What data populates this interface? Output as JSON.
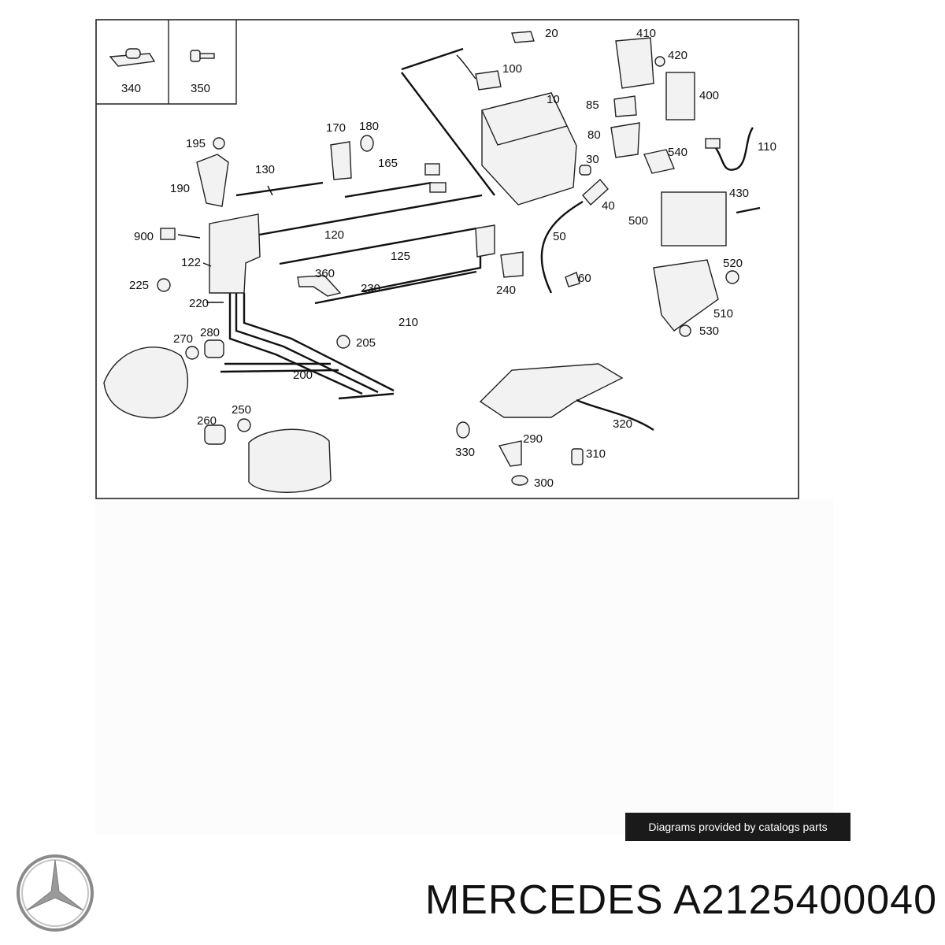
{
  "diagram": {
    "inset_labels": [
      "340",
      "350"
    ],
    "callouts": {
      "c20": "20",
      "c100": "100",
      "c10": "10",
      "c410": "410",
      "c420": "420",
      "c400": "400",
      "c85": "85",
      "c80": "80",
      "c540": "540",
      "c110": "110",
      "c30": "30",
      "c40": "40",
      "c500": "500",
      "c430": "430",
      "c50": "50",
      "c60": "60",
      "c520": "520",
      "c510": "510",
      "c530": "530",
      "c170": "170",
      "c180": "180",
      "c195": "195",
      "c130": "130",
      "c165": "165",
      "c190": "190",
      "c900": "900",
      "c120": "120",
      "c122": "122",
      "c125": "125",
      "c360": "360",
      "c225": "225",
      "c230": "230",
      "c240": "240",
      "c220": "220",
      "c210": "210",
      "c270": "270",
      "c280": "280",
      "c205": "205",
      "c200": "200",
      "c260": "260",
      "c250": "250",
      "c320": "320",
      "c290": "290",
      "c330": "330",
      "c310": "310",
      "c300": "300"
    }
  },
  "credit": "Diagrams provided by catalogs parts",
  "brand": "MERCEDES A2125400040"
}
